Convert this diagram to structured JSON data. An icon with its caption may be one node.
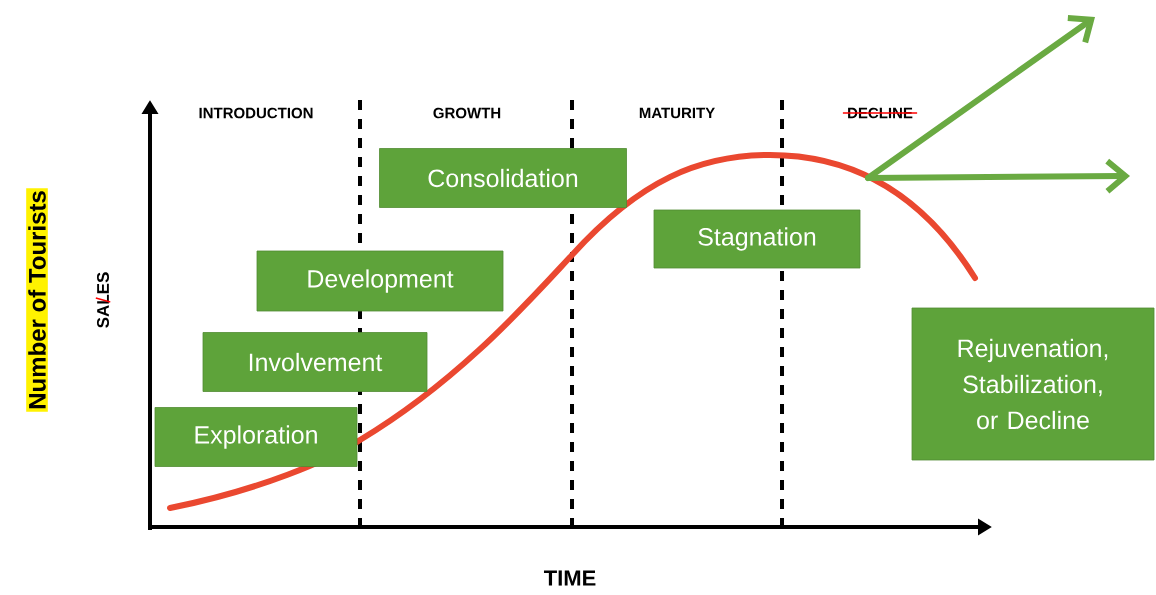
{
  "diagram": {
    "nodes": [
      {
        "text": [
          "Consolidation"
        ]
      },
      {
        "text": [
          "Stagnation"
        ]
      },
      {
        "text": [
          "Development"
        ]
      },
      {
        "text": [
          "Involvement"
        ]
      },
      {
        "text": [
          "Rejuvenation, Stabilization, or Decline"
        ]
      },
      {
        "text": [
          "Exploration"
        ]
      }
    ],
    "edges": [],
    "labels": [
      "INTRODUCTION",
      "GROWTH",
      "MATURITY",
      "DECLINE",
      "Number of Tourists",
      "SALES",
      "TIME"
    ]
  }
}
